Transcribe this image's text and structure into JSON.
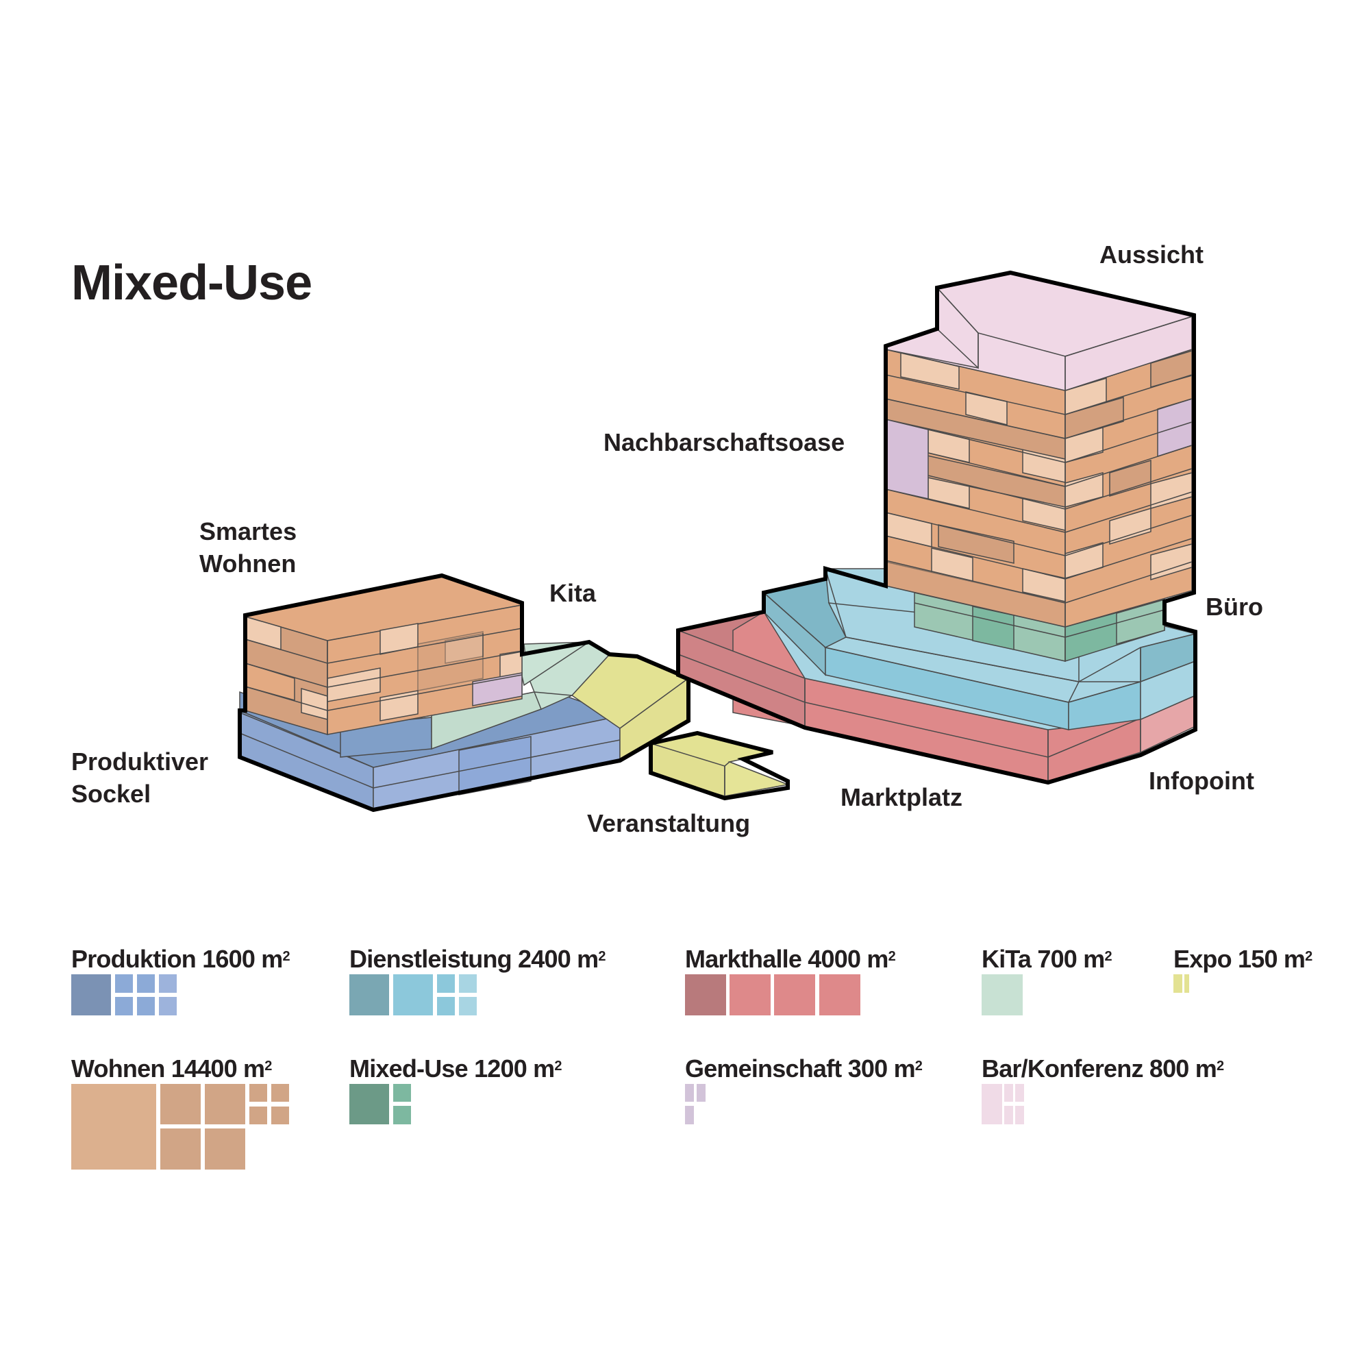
{
  "title": "Mixed-Use",
  "labels": {
    "aussicht": "Aussicht",
    "nachbarschaftsoase": "Nachbarschaftsoase",
    "smartes_wohnen": "Smartes\nWohnen",
    "kita": "Kita",
    "buero": "Büro",
    "produktiver_sockel": "Produktiver\nSockel",
    "veranstaltung": "Veranstaltung",
    "marktplatz": "Marktplatz",
    "infopoint": "Infopoint"
  },
  "colors": {
    "wohnen_light": "#f0cdb2",
    "wohnen_mid": "#e3aa82",
    "wohnen_dark": "#d3a07e",
    "bar_konferenz": "#f0d8e6",
    "gemeinschaft": "#d6bfd8",
    "dienstleistung_dark": "#7fb7c7",
    "dienstleistung_mid": "#8cc8db",
    "dienstleistung_light": "#a8d5e3",
    "mixed_use_dark": "#6f9d8a",
    "mixed_use_mid": "#7db8a0",
    "mixed_use_light": "#9cc7b3",
    "markthalle_dark": "#c97f82",
    "markthalle": "#de898a",
    "markthalle_light": "#e6a6a8",
    "produktion_dark": "#7b92b4",
    "produktion_mid": "#8caad7",
    "produktion_light": "#9db3dc",
    "kita": "#c8e1d3",
    "expo": "#e3e293",
    "outline": "#000000",
    "text": "#231f20"
  },
  "legend": [
    {
      "name": "Produktion",
      "area": "1600",
      "unit": "m",
      "sup": "2",
      "color": "#8caad7",
      "dark": "#7b92b4"
    },
    {
      "name": "Dienstleistung",
      "area": "2400",
      "unit": "m",
      "sup": "2",
      "color": "#8cc8db",
      "dark": "#7aa7b3"
    },
    {
      "name": "Markthalle",
      "area": "4000",
      "unit": "m",
      "sup": "2",
      "color": "#de898a",
      "dark": "#b87a7c"
    },
    {
      "name": "KiTa",
      "area": "700",
      "unit": "m",
      "sup": "2",
      "color": "#c8e1d3"
    },
    {
      "name": "Expo",
      "area": "150",
      "unit": "m",
      "sup": "2",
      "color": "#e3e293"
    },
    {
      "name": "Wohnen",
      "area": "14400",
      "unit": "m",
      "sup": "2",
      "color": "#d1a586",
      "light": "#dcb08e"
    },
    {
      "name": "Mixed-Use",
      "area": "1200",
      "unit": "m",
      "sup": "2",
      "color": "#7db8a0",
      "dark": "#6c9a87"
    },
    {
      "name": "Gemeinschaft",
      "area": "300",
      "unit": "m",
      "sup": "2",
      "color": "#d2c3d9"
    },
    {
      "name": "Bar/Konferenz",
      "area": "800",
      "unit": "m",
      "sup": "2",
      "color": "#f0dbe7"
    }
  ]
}
